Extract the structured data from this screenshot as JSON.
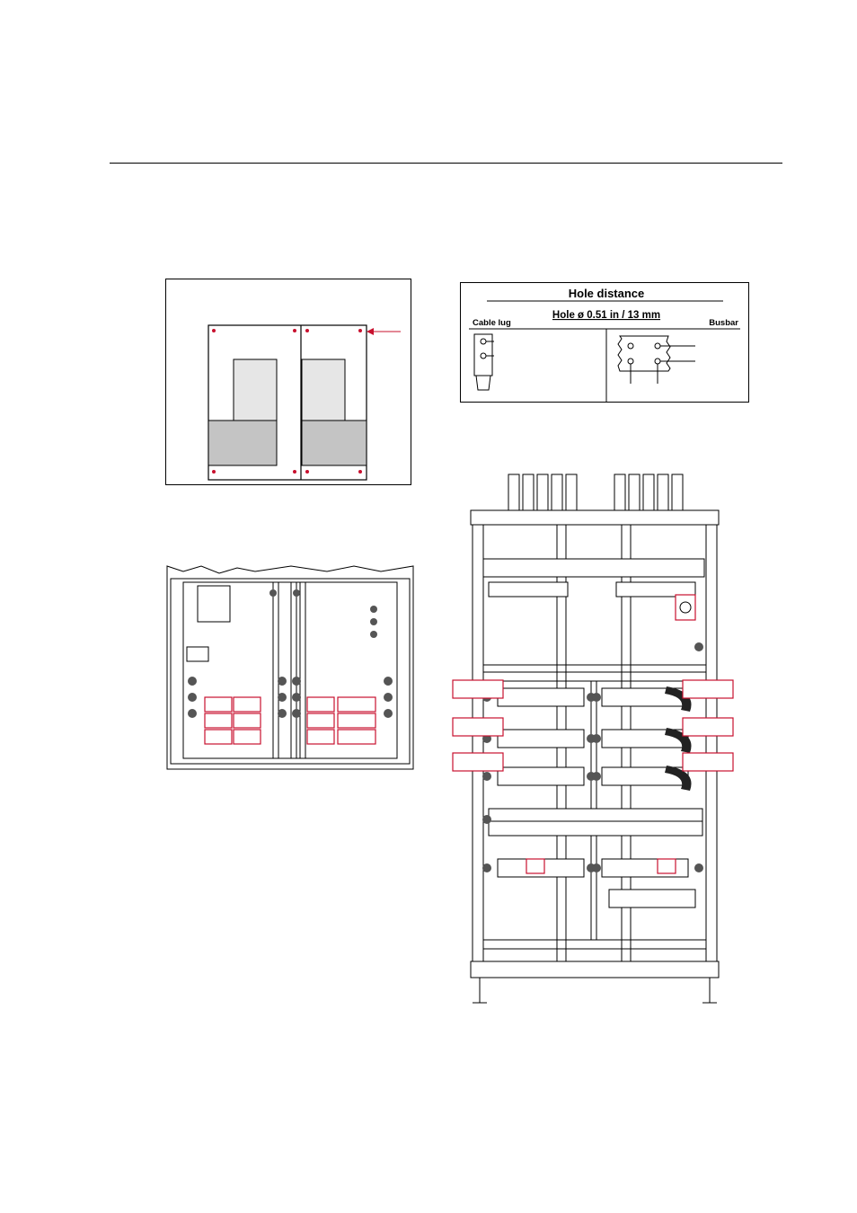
{
  "hole_distance": {
    "title": "Hole distance",
    "subtitle": "Hole ø 0.51 in / 13 mm",
    "left_label": "Cable lug",
    "right_label": "Busbar"
  },
  "colors": {
    "line": "#000000",
    "marker": "#c8102e",
    "fill_light": "#e6e6e6",
    "fill_dark": "#c4c4c4",
    "busbar": "#ffffff"
  }
}
